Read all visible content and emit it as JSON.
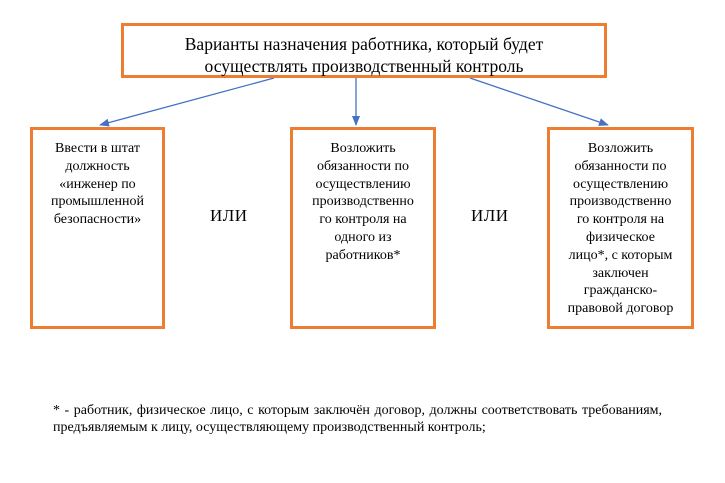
{
  "diagram": {
    "top": {
      "line1": "Варианты назначения работника, который будет",
      "line2": "осуществлять производственный контроль"
    },
    "options": [
      {
        "lines": [
          "Ввести в штат",
          "должность",
          "«инженер по",
          "промышленной",
          "безопасности»"
        ]
      },
      {
        "lines": [
          "Возложить",
          "обязанности по",
          "осуществлению",
          "производственно",
          "го контроля на",
          "одного из",
          "работников*"
        ]
      },
      {
        "lines": [
          "Возложить",
          "обязанности по",
          "осуществлению",
          "производственно",
          "го контроля на",
          "физическое",
          "лицо*, с которым",
          "заключен",
          "гражданско-",
          "правовой договор"
        ]
      }
    ],
    "separators": [
      "ИЛИ",
      "ИЛИ"
    ]
  },
  "footnote": "* - работник, физическое лицо, с которым заключён договор, должны соответствовать требованиям, предъявляемым к лицу, осуществляющему производственный контроль;",
  "colors": {
    "box_border": "#ED7D31",
    "arrow": "#4472C4"
  }
}
